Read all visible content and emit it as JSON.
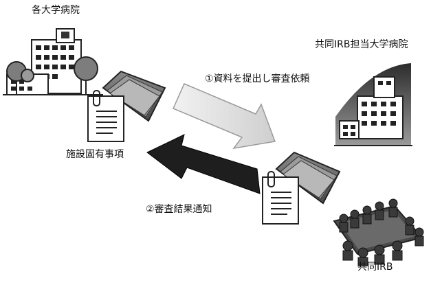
{
  "labels": {
    "local_hospitals": "各大学病院",
    "local_matters": "施設固有事項",
    "central_irb_hospital": "共同IRB担当大学病院",
    "central_irb": "共同IRB"
  },
  "flows": {
    "submit_request": "①資料を提出し審査依頼",
    "notify_result": "②審査結果通知"
  }
}
